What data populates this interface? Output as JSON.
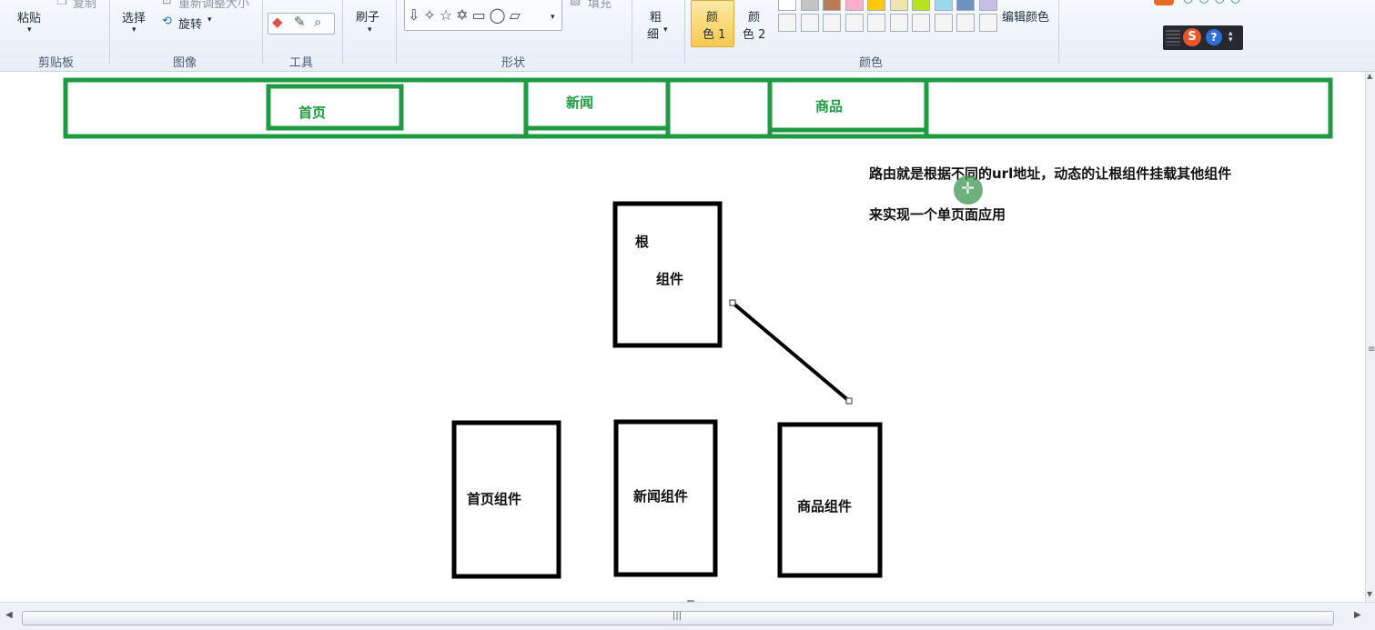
{
  "ribbon": {
    "clipboard": {
      "paste_label": "粘贴",
      "copy_label": "复制",
      "group_label": "剪贴板"
    },
    "image": {
      "select_label": "选择",
      "resize_label": "重新调整大小",
      "rotate_label": "旋转",
      "group_label": "图像"
    },
    "tools": {
      "group_label": "工具"
    },
    "brush": {
      "label": "刷子"
    },
    "shapes": {
      "fill_label": "填充",
      "group_label": "形状"
    },
    "size": {
      "line1": "粗",
      "line2": "细"
    },
    "colors": {
      "color1_line1": "颜",
      "color1_line2": "色 1",
      "color2_line1": "颜",
      "color2_line2": "色 2",
      "edit_label": "编辑颜色",
      "group_label": "颜色",
      "palette_row1": [
        "#ffffff",
        "#c3c3c3",
        "#b97a57",
        "#ffaec9",
        "#ffc90e",
        "#efe4b0",
        "#b5e61d",
        "#99d9ea",
        "#7092be",
        "#c8bfe7"
      ],
      "palette_row2": [
        "#f5f5f5",
        "#f5f5f5",
        "#f5f5f5",
        "#f5f5f5",
        "#f5f5f5",
        "#f5f5f5",
        "#f5f5f5",
        "#f5f5f5",
        "#f5f5f5",
        "#f5f5f5"
      ]
    }
  },
  "canvas": {
    "nav": {
      "home": "首页",
      "news": "新闻",
      "products": "商品"
    },
    "root_label_1": "根",
    "root_label_2": "组件",
    "components": {
      "home": "首页组件",
      "news": "新闻组件",
      "products": "商品组件"
    },
    "note_line1": "路由就是根据不同的url地址，动态的让根组件挂载其他组件",
    "note_line2": "来实现一个单页面应用"
  },
  "colors": {
    "nav_green": "#1f9a43",
    "stroke": "#000000"
  }
}
